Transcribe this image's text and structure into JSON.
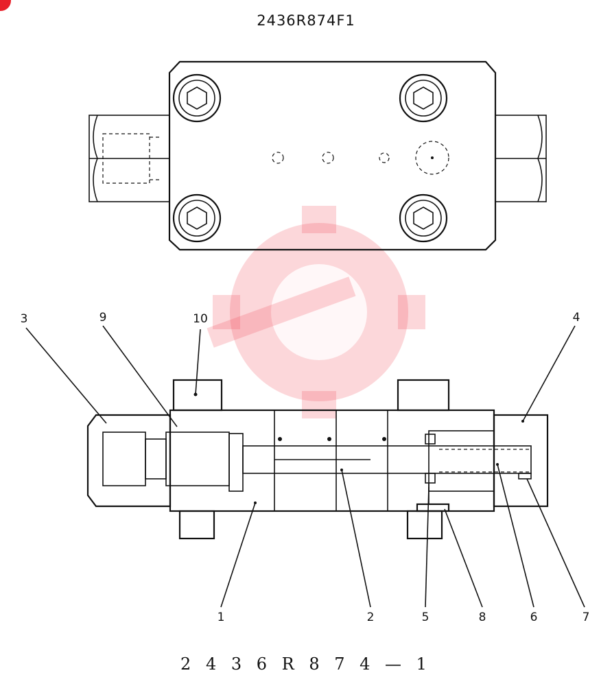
{
  "diagram": {
    "top_code": "2436R874F1",
    "bottom_code": "2 4 3 6 R 8 7 4 — 1",
    "callouts": [
      "1",
      "2",
      "3",
      "4",
      "5",
      "6",
      "7",
      "8",
      "9",
      "10"
    ],
    "colors": {
      "line": "#111111",
      "watermark": "#f24a55",
      "badge": "#e8202a"
    }
  }
}
